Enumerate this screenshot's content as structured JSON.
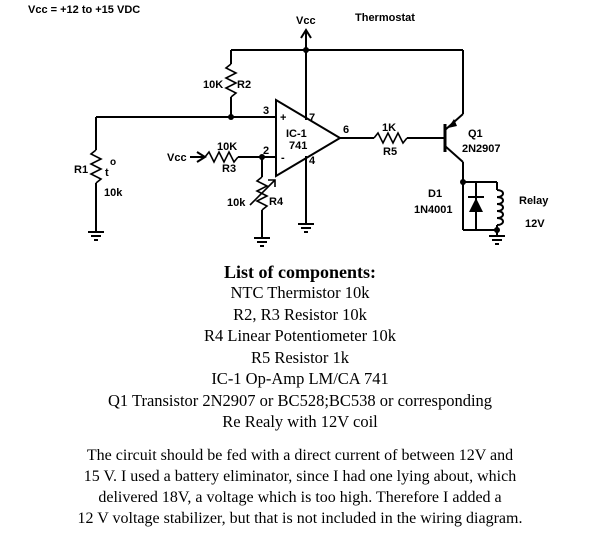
{
  "header": {
    "supply": "Vcc = +12 to +15 VDC",
    "vcc_top": "Vcc",
    "title": "Thermostat"
  },
  "labels": {
    "r2": "10K",
    "r2_name": "R2",
    "r1_name": "R1",
    "r1_temp": "t",
    "r1_deg": "o",
    "r1_val": "10k",
    "vcc_left": "Vcc",
    "r3": "10K",
    "r3_name": "R3",
    "pin3": "3",
    "pin2": "2",
    "pin7": "7",
    "pin4": "4",
    "pin6": "6",
    "plus": "+",
    "minus": "-",
    "ic_name": "IC-1",
    "ic_type": "741",
    "r4_val": "10k",
    "r4_name": "R4",
    "r5": "1K",
    "r5_name": "R5",
    "q1_name": "Q1",
    "q1_type": "2N2907",
    "d1_name": "D1",
    "d1_type": "1N4001",
    "relay": "Relay",
    "relay_v": "12V"
  },
  "components": {
    "title": "List of components:",
    "items": [
      "NTC Thermistor 10k",
      "R2, R3 Resistor 10k",
      "R4 Linear Potentiometer 10k",
      "R5 Resistor 1k",
      "IC-1 Op-Amp LM/CA 741",
      "Q1 Transistor 2N2907 or BC528;BC538 or corresponding",
      "Re Realy with 12V coil"
    ]
  },
  "notes": [
    "The circuit should be fed with a direct current of between 12V and",
    "15 V. I used a battery eliminator, since I had one lying about, which",
    "delivered 18V, a voltage which is too high. Therefore I added a",
    "12 V voltage stabilizer, but that is not included in the wiring diagram."
  ]
}
